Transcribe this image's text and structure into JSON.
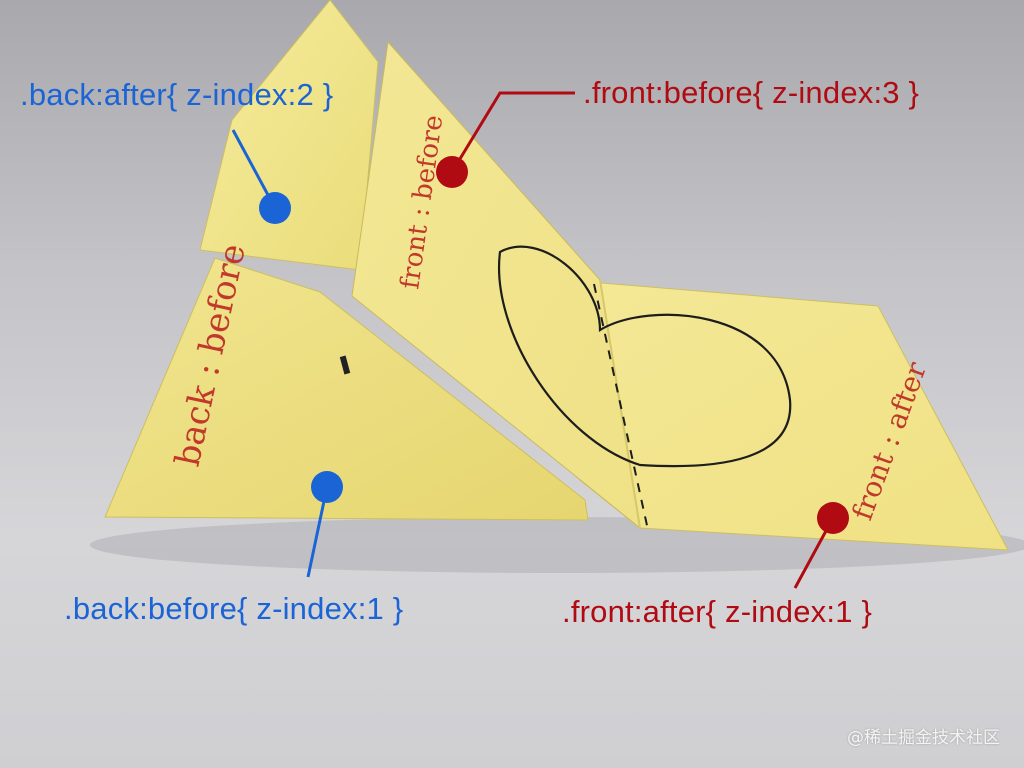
{
  "labels": {
    "back_after": ".back:after{ z-index:2 }",
    "front_before": ".front:before{ z-index:3 }",
    "back_before": ".back:before{ z-index:1 }",
    "front_after": ".front:after{ z-index:1 }"
  },
  "handwritten": {
    "back_before": "back : before",
    "front_before": "front : before",
    "front_after": "front : after"
  },
  "watermark": "@稀土掘金技术社区",
  "colors": {
    "blue": "#1a64d6",
    "red": "#b00b12",
    "paper": "#efe08a",
    "ink_red": "#c0392b"
  }
}
